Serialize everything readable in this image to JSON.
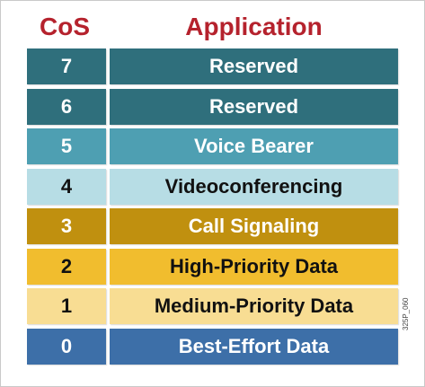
{
  "headers": {
    "cos": "CoS",
    "application": "Application"
  },
  "colors": {
    "header_text": "#b5222d"
  },
  "rows": [
    {
      "cos": "7",
      "application": "Reserved",
      "bg": "#2f6f7c",
      "text_color": "#ffffff"
    },
    {
      "cos": "6",
      "application": "Reserved",
      "bg": "#2f6f7c",
      "text_color": "#ffffff"
    },
    {
      "cos": "5",
      "application": "Voice Bearer",
      "bg": "#4e9fb2",
      "text_color": "#ffffff"
    },
    {
      "cos": "4",
      "application": "Videoconferencing",
      "bg": "#b7dde5",
      "text_color": "#111111"
    },
    {
      "cos": "3",
      "application": "Call Signaling",
      "bg": "#c0900f",
      "text_color": "#ffffff"
    },
    {
      "cos": "2",
      "application": "High-Priority Data",
      "bg": "#f1bd2e",
      "text_color": "#111111"
    },
    {
      "cos": "1",
      "application": "Medium-Priority Data",
      "bg": "#f8dd93",
      "text_color": "#111111"
    },
    {
      "cos": "0",
      "application": "Best-Effort Data",
      "bg": "#3d6fa8",
      "text_color": "#ffffff"
    }
  ],
  "figure_id": "325P_060"
}
